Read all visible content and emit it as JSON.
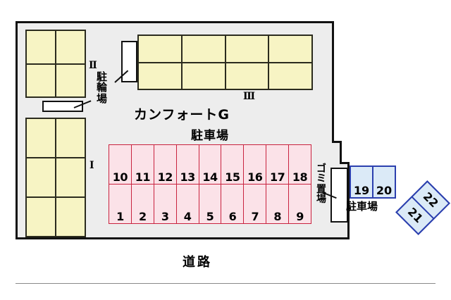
{
  "plan": {
    "property_name": "カンフォートG",
    "parking_label": "駐車場",
    "road_label": "道路",
    "bicycle_label": "駐輪場",
    "trash_label": "ゴミ置場",
    "right_parking_label": "駐車場"
  },
  "buildings": [
    {
      "id": "I",
      "marker": "Ⅰ",
      "cols": 2,
      "rows": 3
    },
    {
      "id": "II",
      "marker": "Ⅱ",
      "cols": 2,
      "rows": 2
    },
    {
      "id": "III",
      "marker": "Ⅲ",
      "cols": 4,
      "rows": 2
    }
  ],
  "parking": {
    "main_lot": {
      "top_row": [
        "10",
        "11",
        "12",
        "13",
        "14",
        "15",
        "16",
        "17",
        "18"
      ],
      "bottom_row": [
        "1",
        "2",
        "3",
        "4",
        "5",
        "6",
        "7",
        "8",
        "9"
      ]
    },
    "east_lot": [
      "19",
      "20"
    ],
    "rotated_lot": [
      "21",
      "22"
    ]
  },
  "colors": {
    "site_fill": "#ededed",
    "building_fill": "#f7f4c4",
    "building_outline": "#2b2b1e",
    "stall_fill": "#fbe2e8",
    "stall_outline": "#c9233f",
    "blue_stall_fill": "#dbeaf7",
    "blue_stall_outline": "#2b3fae",
    "text": "#000000"
  }
}
